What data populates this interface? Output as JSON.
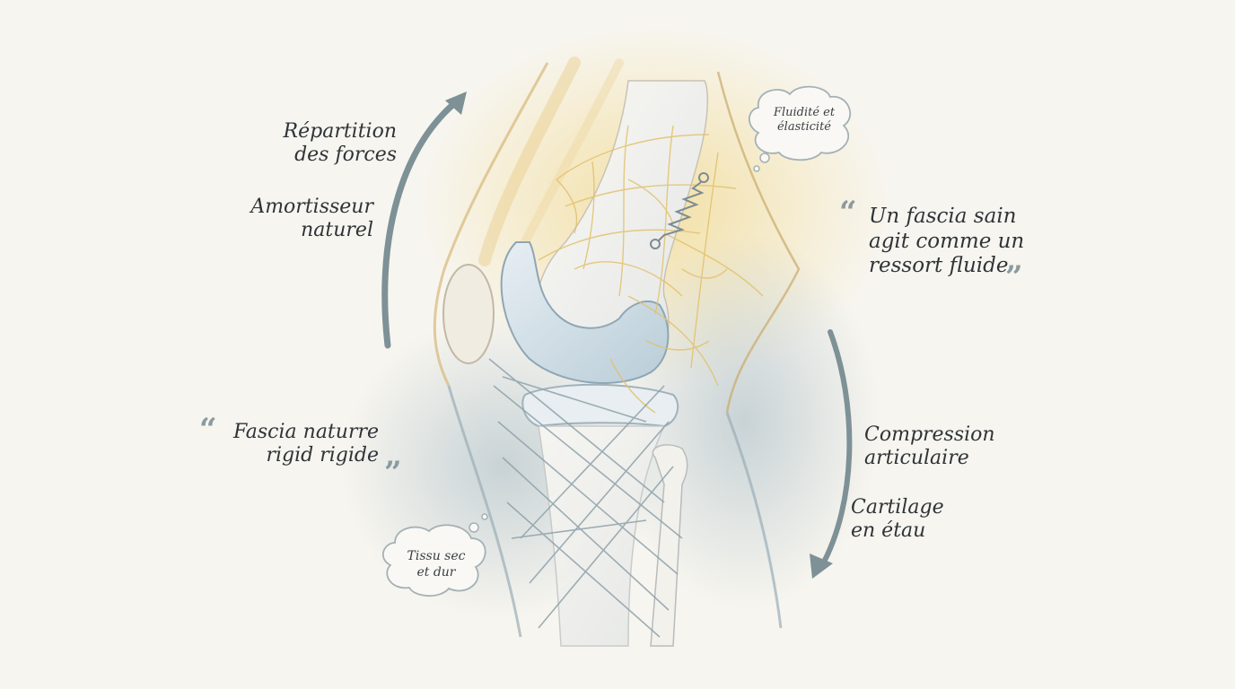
{
  "labels": {
    "repartition": {
      "line1": "Répartition",
      "line2": "des forces"
    },
    "amortisseur": {
      "line1": "Amortisseur",
      "line2": "naturel"
    },
    "fascia_sain": {
      "line1": "Un fascia sain",
      "line2": "agit comme un",
      "line3": "ressort fluide"
    },
    "fascia_rigide": {
      "line1": "Fascia naturre",
      "line2": "rigid rigide"
    },
    "compression": {
      "line1": "Compression",
      "line2": "articulaire"
    },
    "cartilage": {
      "line1": "Cartilage",
      "line2": "en étau"
    }
  },
  "bubbles": {
    "fluidite": {
      "line1": "Fluidité et",
      "line2": "élasticité"
    },
    "tissu": {
      "line1": "Tissu sec",
      "line2": "et dur"
    }
  },
  "icons": [
    "up-arrow-icon",
    "down-arrow-icon",
    "spring-icon",
    "open-quote-icon",
    "close-quote-icon",
    "thought-bubble-icon"
  ],
  "colors": {
    "background": "#f7f5ef",
    "arrow": "#7d9196",
    "fascia_healthy": "#e9c97a",
    "fascia_rigid": "#8ea1aa",
    "bone": "#f3f0ea",
    "text": "#2f3438"
  }
}
